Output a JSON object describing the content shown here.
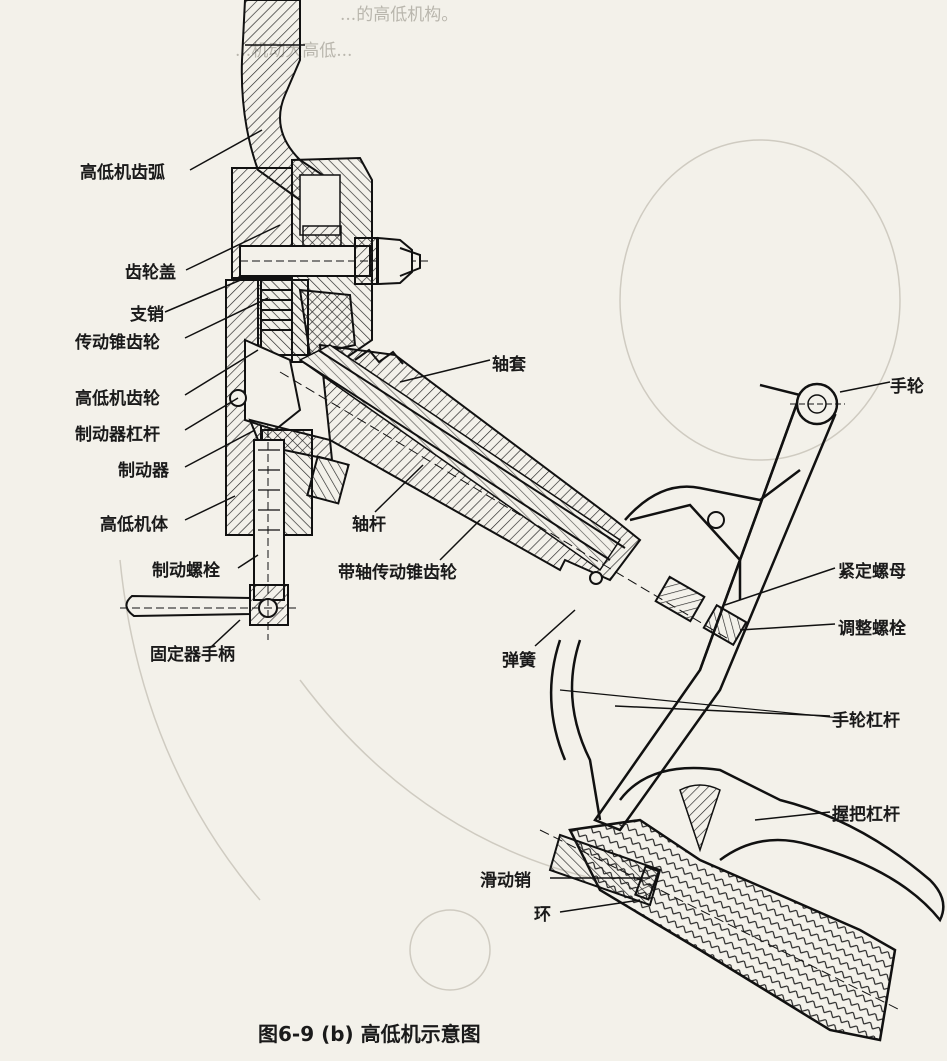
{
  "background_text": [
    "...的高低机构。",
    "...机动大高低..."
  ],
  "labels": {
    "arc": "高低机齿弧",
    "gear_cover": "齿轮盖",
    "pin": "支销",
    "drive_bevel": "传动锥齿轮",
    "hl_gear": "高低机齿轮",
    "brake_lever": "制动器杠杆",
    "brake": "制动器",
    "body": "高低机体",
    "brake_bolt": "制动螺栓",
    "lock_handle": "固定器手柄",
    "shaft_bolt": "轴杆",
    "shaft_bevel": "带轴传动锥齿轮",
    "spring": "弹簧",
    "sleeve": "轴套",
    "handwheel": "手轮",
    "lock_nut": "紧定螺母",
    "adjust_bolt": "调整螺栓",
    "hw_lever": "手轮杠杆",
    "grip_lever": "握把杠杆",
    "slide_pin": "滑动销",
    "ring": "环"
  },
  "caption": "图6-9 (b) 高低机示意图"
}
